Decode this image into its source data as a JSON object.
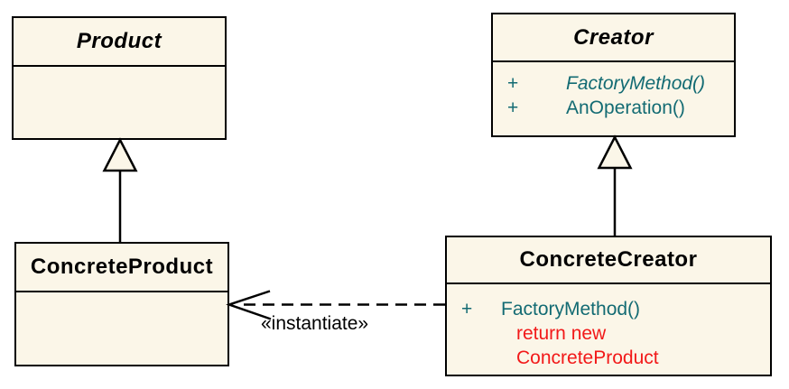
{
  "diagram_type": "uml-class-diagram",
  "pattern_name": "Factory Method",
  "colors": {
    "box_fill": "#FBF6E8",
    "box_border": "#000000",
    "method_text": "#136B73",
    "note_text": "#F21919",
    "label_text": "#000000"
  },
  "classes": {
    "product": {
      "name": "Product",
      "abstract": true
    },
    "creator": {
      "name": "Creator",
      "abstract": true,
      "methods": [
        {
          "visibility": "+",
          "name": "FactoryMethod()",
          "abstract": true
        },
        {
          "visibility": "+",
          "name": "AnOperation()",
          "abstract": false
        }
      ]
    },
    "concrete_product": {
      "name": "ConcreteProduct",
      "abstract": false
    },
    "concrete_creator": {
      "name": "ConcreteCreator",
      "abstract": false,
      "methods": [
        {
          "visibility": "+",
          "name": "FactoryMethod()",
          "abstract": false
        }
      ],
      "pseudocode": [
        "return new",
        "ConcreteProduct"
      ]
    }
  },
  "relationships": {
    "instantiate": {
      "label": "«instantiate»",
      "style": "dashed-open-arrow"
    }
  }
}
